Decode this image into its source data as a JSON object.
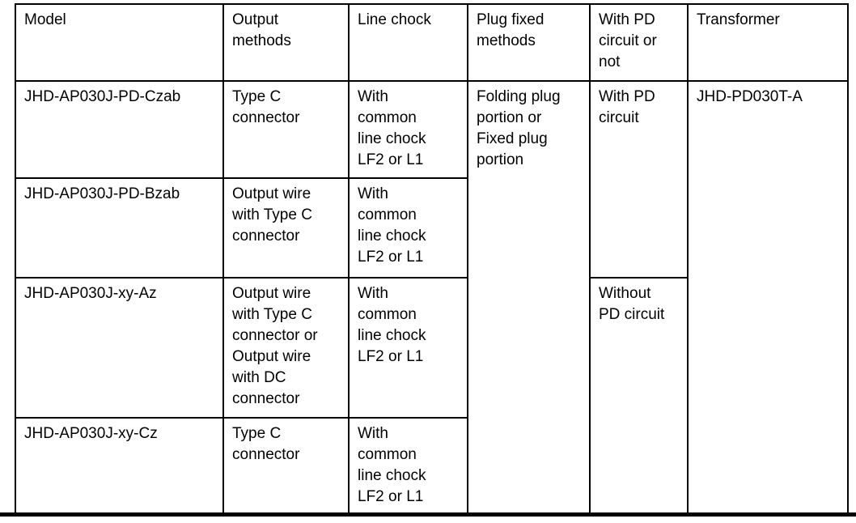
{
  "colors": {
    "text": "#000000",
    "border": "#000000",
    "background": "#ffffff"
  },
  "table": {
    "headers": {
      "model": "Model",
      "output_methods": "Output\nmethods",
      "line_chock": "Line chock",
      "plug_fixed_methods": "Plug fixed\nmethods",
      "pd_circuit": "With PD\ncircuit or\nnot",
      "transformer": "Transformer"
    },
    "rows": [
      {
        "model": "JHD-AP030J-PD-Czab",
        "output": "Type C\nconnector",
        "chock": "With\ncommon\nline chock\nLF2 or L1"
      },
      {
        "model": "JHD-AP030J-PD-Bzab",
        "output": "Output wire\nwith Type C\nconnector",
        "chock": "With\ncommon\nline chock\nLF2 or L1"
      },
      {
        "model": "JHD-AP030J-xy-Az",
        "output": "Output wire\nwith Type C\nconnector or\nOutput wire\nwith DC\nconnector",
        "chock": "With\ncommon\nline chock\nLF2 or L1"
      },
      {
        "model": "JHD-AP030J-xy-Cz",
        "output": "Type C\nconnector",
        "chock": "With\ncommon\nline chock\nLF2 or L1"
      }
    ],
    "merged": {
      "plug_fixed": "Folding plug\nportion or\nFixed plug\nportion",
      "with_pd": "With PD\ncircuit",
      "without_pd": "Without\nPD circuit",
      "transformer_model": "JHD-PD030T-A"
    }
  }
}
